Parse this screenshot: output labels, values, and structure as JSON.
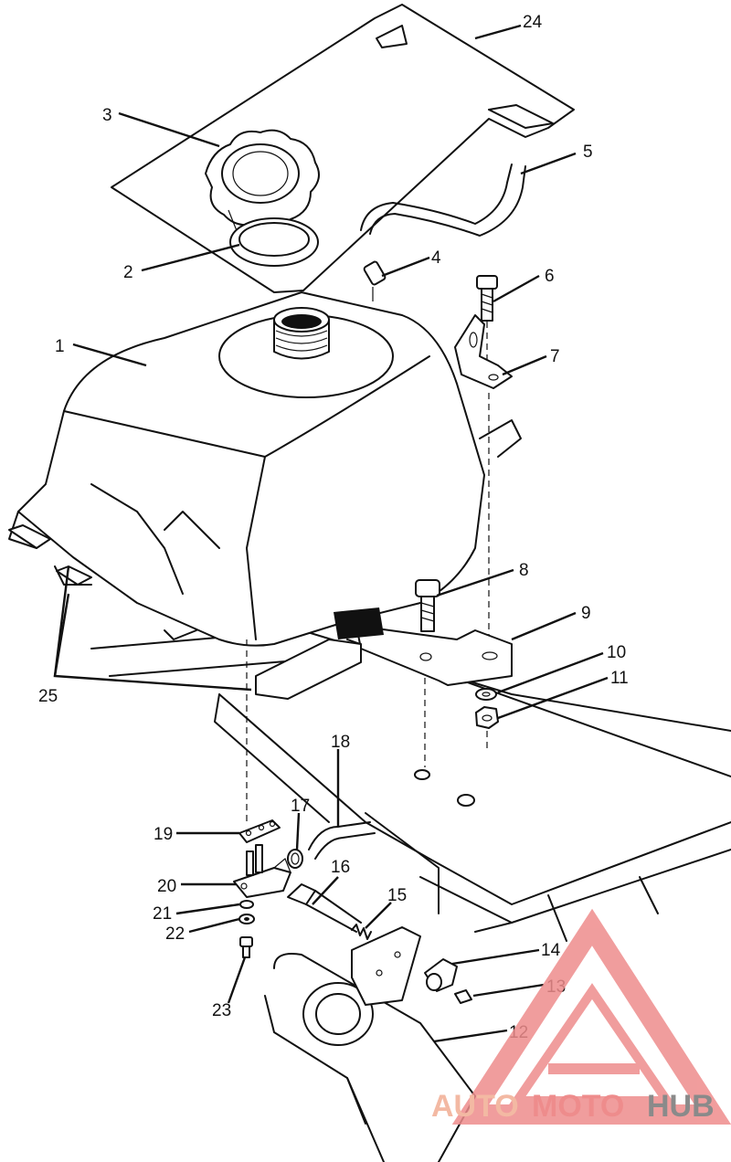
{
  "callouts": {
    "c1": "1",
    "c2": "2",
    "c3": "3",
    "c4": "4",
    "c5": "5",
    "c6": "6",
    "c7": "7",
    "c8": "8",
    "c9": "9",
    "c10": "10",
    "c11": "11",
    "c12": "12",
    "c13": "13",
    "c14": "14",
    "c15": "15",
    "c16": "16",
    "c17": "17",
    "c18": "18",
    "c19": "19",
    "c20": "20",
    "c21": "21",
    "c22": "22",
    "c23": "23",
    "c24": "24",
    "c25": "25"
  },
  "watermark": {
    "part1": "AUTO",
    "part2": "MOTO",
    "part3": "HUB",
    "color_light": "#f3b9a3",
    "color_mid": "#ee8c8c",
    "color_dark": "#8a8a8a"
  }
}
